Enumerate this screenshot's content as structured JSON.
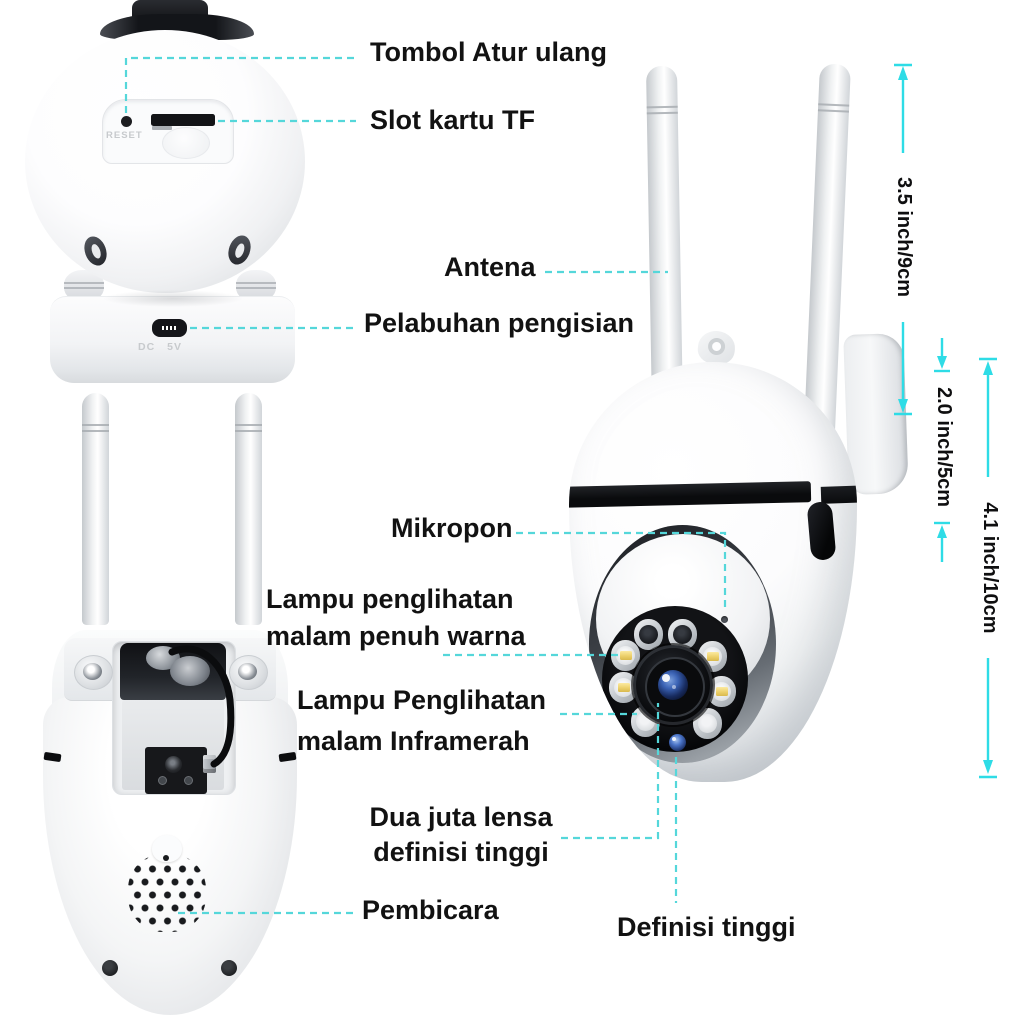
{
  "annotations": {
    "reset_button": "Tombol Atur ulang",
    "tf_card_slot": "Slot kartu TF",
    "antenna": "Antena",
    "charging_port": "Pelabuhan pengisian",
    "microphone": "Mikropon",
    "full_color_night_vision": [
      "Lampu penglihatan",
      "malam penuh warna"
    ],
    "infrared_night_vision": [
      "Lampu Penglihatan",
      "malam Inframerah"
    ],
    "two_mp_hd_lens": [
      "Dua juta lensa",
      "definisi tinggi"
    ],
    "speaker": "Pembicara",
    "high_definition": "Definisi tinggi"
  },
  "dimensions": {
    "antenna_height": "3.5 inch/9cm",
    "head_height": "2.0 inch/5cm",
    "body_height": "4.1 inch/10cm"
  },
  "device_markings": {
    "reset": "RESET",
    "power_dc": "DC",
    "power_5v": "5V"
  },
  "colors": {
    "leader_line": "#55d7da",
    "dimension_line": "#2edce6",
    "label_text": "#121212",
    "led_chip_yellow": "#ecd06b",
    "lens_blue": "#3b63b5",
    "body_white": "#f4f5f6"
  }
}
